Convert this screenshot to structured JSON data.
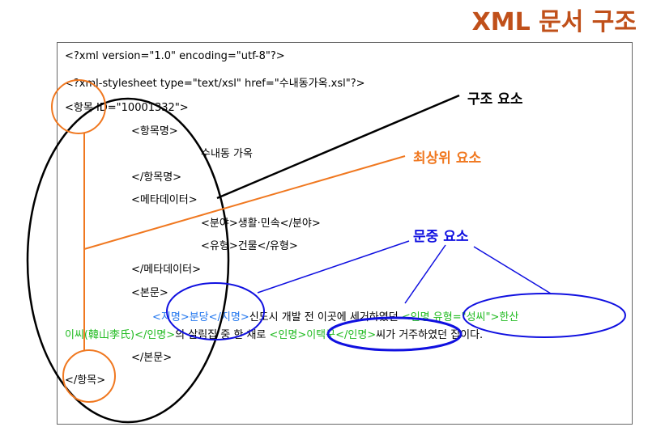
{
  "title": "XML 문서 구조",
  "code": {
    "l1": "<?xml version=\"1.0\" encoding=\"utf-8\"?>",
    "l2": "<?xml-stylesheet type=\"text/xsl\" href=\"수내동가옥.xsl\"?>",
    "l3": "<항목 ID=\"10001332\">",
    "l4": "<항목명>",
    "l5": "수내동 가옥",
    "l6": "</항목명>",
    "l7": "<메타데이터>",
    "l8": "<분야>생활·민속</분야>",
    "l9": "<유형>건물</유형>",
    "l10": "</메타데이터>",
    "l11": "<본문>",
    "l12a": "<지명>분당</지명>",
    "l12b": "신도시 개발 전 이곳에 세거하였던 ",
    "l12c": "<인명 유형=\"성씨\">한산",
    "l13a": "이씨(韓山李氏)</인명>",
    "l13b": "의 살림집 중 한 채로 ",
    "l13c": "<인명>이택구</인명>",
    "l13d": "씨가 거주하였던 집이다.",
    "l14": "</본문>",
    "l15": "</항목>"
  },
  "labels": {
    "structure": "구조 요소",
    "root": "최상위 요소",
    "inline": "문중 요소"
  },
  "colors": {
    "title": "#c0501a",
    "root": "#f07820",
    "inline": "#1010e0",
    "tag_green": "#22bb22",
    "tag_blue": "#2277ee"
  }
}
